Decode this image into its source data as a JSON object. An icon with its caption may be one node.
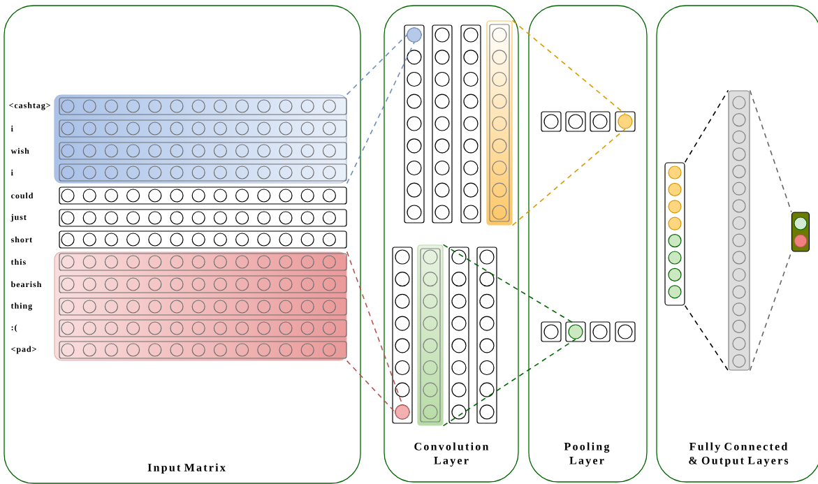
{
  "diagram": {
    "nodes": [
      {
        "text": [
          "Input Matrix"
        ]
      },
      {
        "text": [
          "Convolution Layer"
        ]
      },
      {
        "text": [
          "Pooling Layer"
        ]
      },
      {
        "text": [
          "Fully Connected & Output Layers"
        ]
      },
      {
        "text": [],
        "shape": "box",
        "in": 0
      },
      {
        "text": [],
        "shape": "box",
        "in": 0
      },
      {
        "text": [],
        "shape": "circle",
        "in": 1
      },
      {
        "text": [],
        "shape": "circle",
        "in": 1
      },
      {
        "text": [],
        "shape": "bar",
        "in": 1
      },
      {
        "text": [],
        "shape": "bar",
        "in": 1
      },
      {
        "text": [],
        "shape": "circle",
        "in": 2
      },
      {
        "text": [],
        "shape": "circle",
        "in": 2
      },
      {
        "text": [],
        "shape": "bar",
        "in": 3
      },
      {
        "text": [],
        "shape": "bar",
        "in": 3
      },
      {
        "text": [],
        "shape": "bar",
        "in": 3
      }
    ],
    "edges": [
      {
        "from": 4,
        "to": 6,
        "arrow": "none",
        "style": "dashed",
        "color": "#6c8ebf"
      },
      {
        "from": 4,
        "to": 6,
        "arrow": "none",
        "style": "dashed",
        "color": "#6c8ebf"
      },
      {
        "from": 5,
        "to": 7,
        "arrow": "none",
        "style": "dashed",
        "color": "#b85450"
      },
      {
        "from": 5,
        "to": 7,
        "arrow": "none",
        "style": "dashed",
        "color": "#b85450"
      },
      {
        "from": 8,
        "to": 10,
        "arrow": "none",
        "style": "dashed",
        "color": "#d79b00"
      },
      {
        "from": 8,
        "to": 10,
        "arrow": "none",
        "style": "dashed",
        "color": "#d79b00"
      },
      {
        "from": 9,
        "to": 11,
        "arrow": "none",
        "style": "dashed",
        "color": "#006600"
      },
      {
        "from": 9,
        "to": 11,
        "arrow": "none",
        "style": "dashed",
        "color": "#006600"
      },
      {
        "from": 12,
        "to": 13,
        "arrow": "none",
        "style": "dashed",
        "color": "#000000"
      },
      {
        "from": 12,
        "to": 13,
        "arrow": "none",
        "style": "dashed",
        "color": "#000000"
      },
      {
        "from": 13,
        "to": 14,
        "arrow": "none",
        "style": "dashed",
        "color": "#666666"
      },
      {
        "from": 13,
        "to": 14,
        "arrow": "none",
        "style": "dashed",
        "color": "#666666"
      }
    ],
    "labels": [
      "<cashtag>",
      "i",
      "wish",
      "i",
      "could",
      "just",
      "short",
      "this",
      "bearish",
      "thing",
      ":(",
      "<pad>"
    ]
  }
}
